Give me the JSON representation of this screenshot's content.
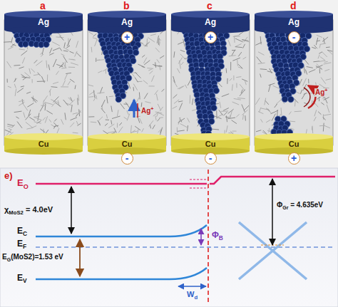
{
  "diagram": {
    "nodes": [
      {
        "text": [
          "Ag"
        ]
      },
      {
        "text": [
          "Ag"
        ]
      },
      {
        "text": [
          "Ag"
        ]
      },
      {
        "text": [
          "Ag"
        ]
      },
      {
        "text": [
          "+"
        ]
      },
      {
        "text": [
          "+"
        ]
      },
      {
        "text": [
          "-"
        ]
      },
      {
        "text": [
          "Cu"
        ]
      },
      {
        "text": [
          "Cu"
        ]
      },
      {
        "text": [
          "Cu"
        ]
      },
      {
        "text": [
          "Cu"
        ]
      },
      {
        "text": [
          "-"
        ]
      },
      {
        "text": [
          "-"
        ]
      },
      {
        "text": [
          "+"
        ]
      }
    ],
    "labels": [
      "a",
      "b",
      "c",
      "d",
      "Ag+",
      "Ag+",
      "e)",
      "EO",
      "χMoS2 = 4.0eV",
      "EC",
      "EF",
      "EG(MoS2)=1.53 eV",
      "EV",
      "ΦB",
      "Wd",
      "ΦGr = 4.635eV"
    ]
  }
}
